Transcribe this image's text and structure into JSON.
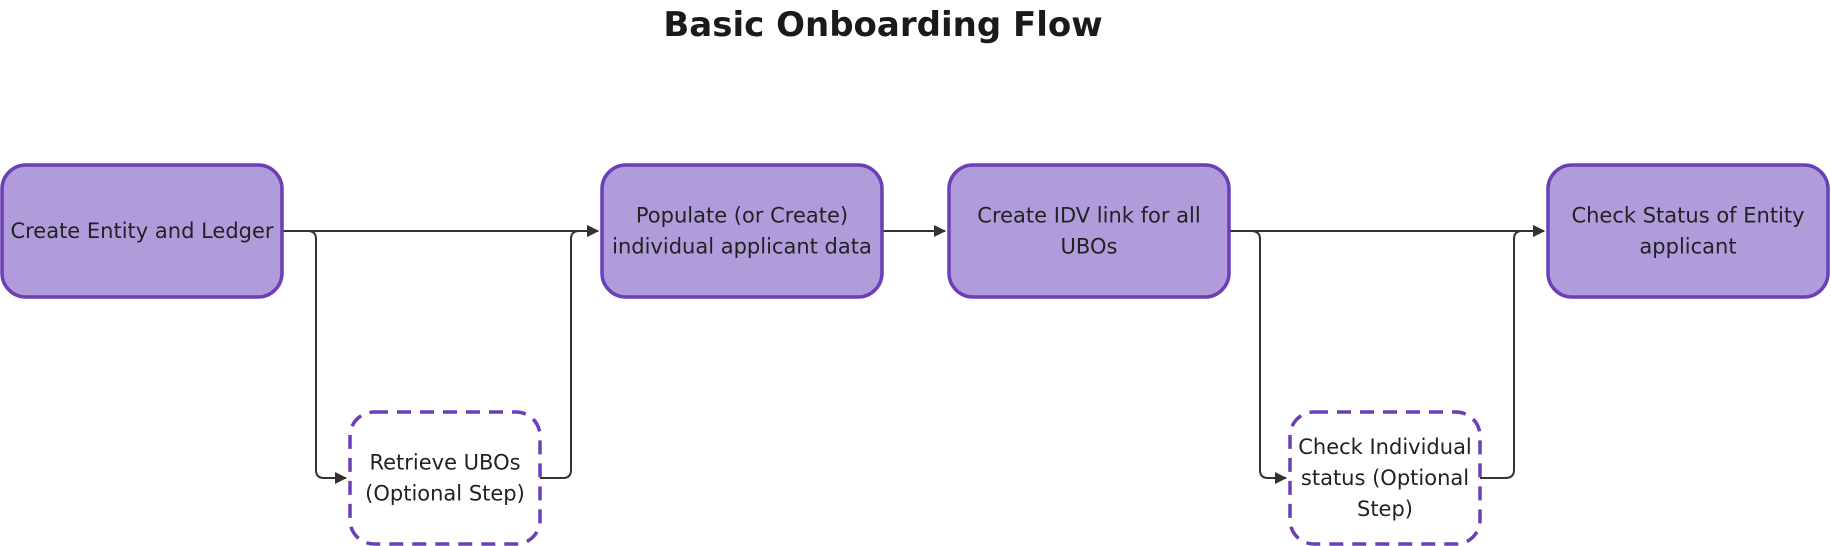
{
  "diagram": {
    "title": "Basic Onboarding Flow",
    "colors": {
      "node_fill": "#b19cdb",
      "node_border": "#6a3fb8",
      "optional_fill": "#ffffff",
      "edge": "#333333"
    },
    "nodes": [
      {
        "id": "create-entity",
        "style": "solid",
        "lines": [
          "Create Entity and Ledger"
        ]
      },
      {
        "id": "populate-applicant",
        "style": "solid",
        "lines": [
          "Populate (or Create)",
          "individual applicant data"
        ]
      },
      {
        "id": "create-idv-link",
        "style": "solid",
        "lines": [
          "Create IDV link for all",
          "UBOs"
        ]
      },
      {
        "id": "check-entity-status",
        "style": "solid",
        "lines": [
          "Check Status of Entity",
          "applicant"
        ]
      },
      {
        "id": "retrieve-ubos",
        "style": "dashed",
        "lines": [
          "Retrieve UBOs",
          "(Optional Step)"
        ]
      },
      {
        "id": "check-individual-status",
        "style": "dashed",
        "lines": [
          "Check Individual",
          "status (Optional",
          "Step)"
        ]
      }
    ],
    "edges": [
      {
        "from": "create-entity",
        "to": "populate-applicant"
      },
      {
        "from": "create-entity",
        "to": "retrieve-ubos"
      },
      {
        "from": "retrieve-ubos",
        "to": "populate-applicant"
      },
      {
        "from": "populate-applicant",
        "to": "create-idv-link"
      },
      {
        "from": "create-idv-link",
        "to": "check-entity-status"
      },
      {
        "from": "create-idv-link",
        "to": "check-individual-status"
      },
      {
        "from": "check-individual-status",
        "to": "check-entity-status"
      }
    ]
  }
}
